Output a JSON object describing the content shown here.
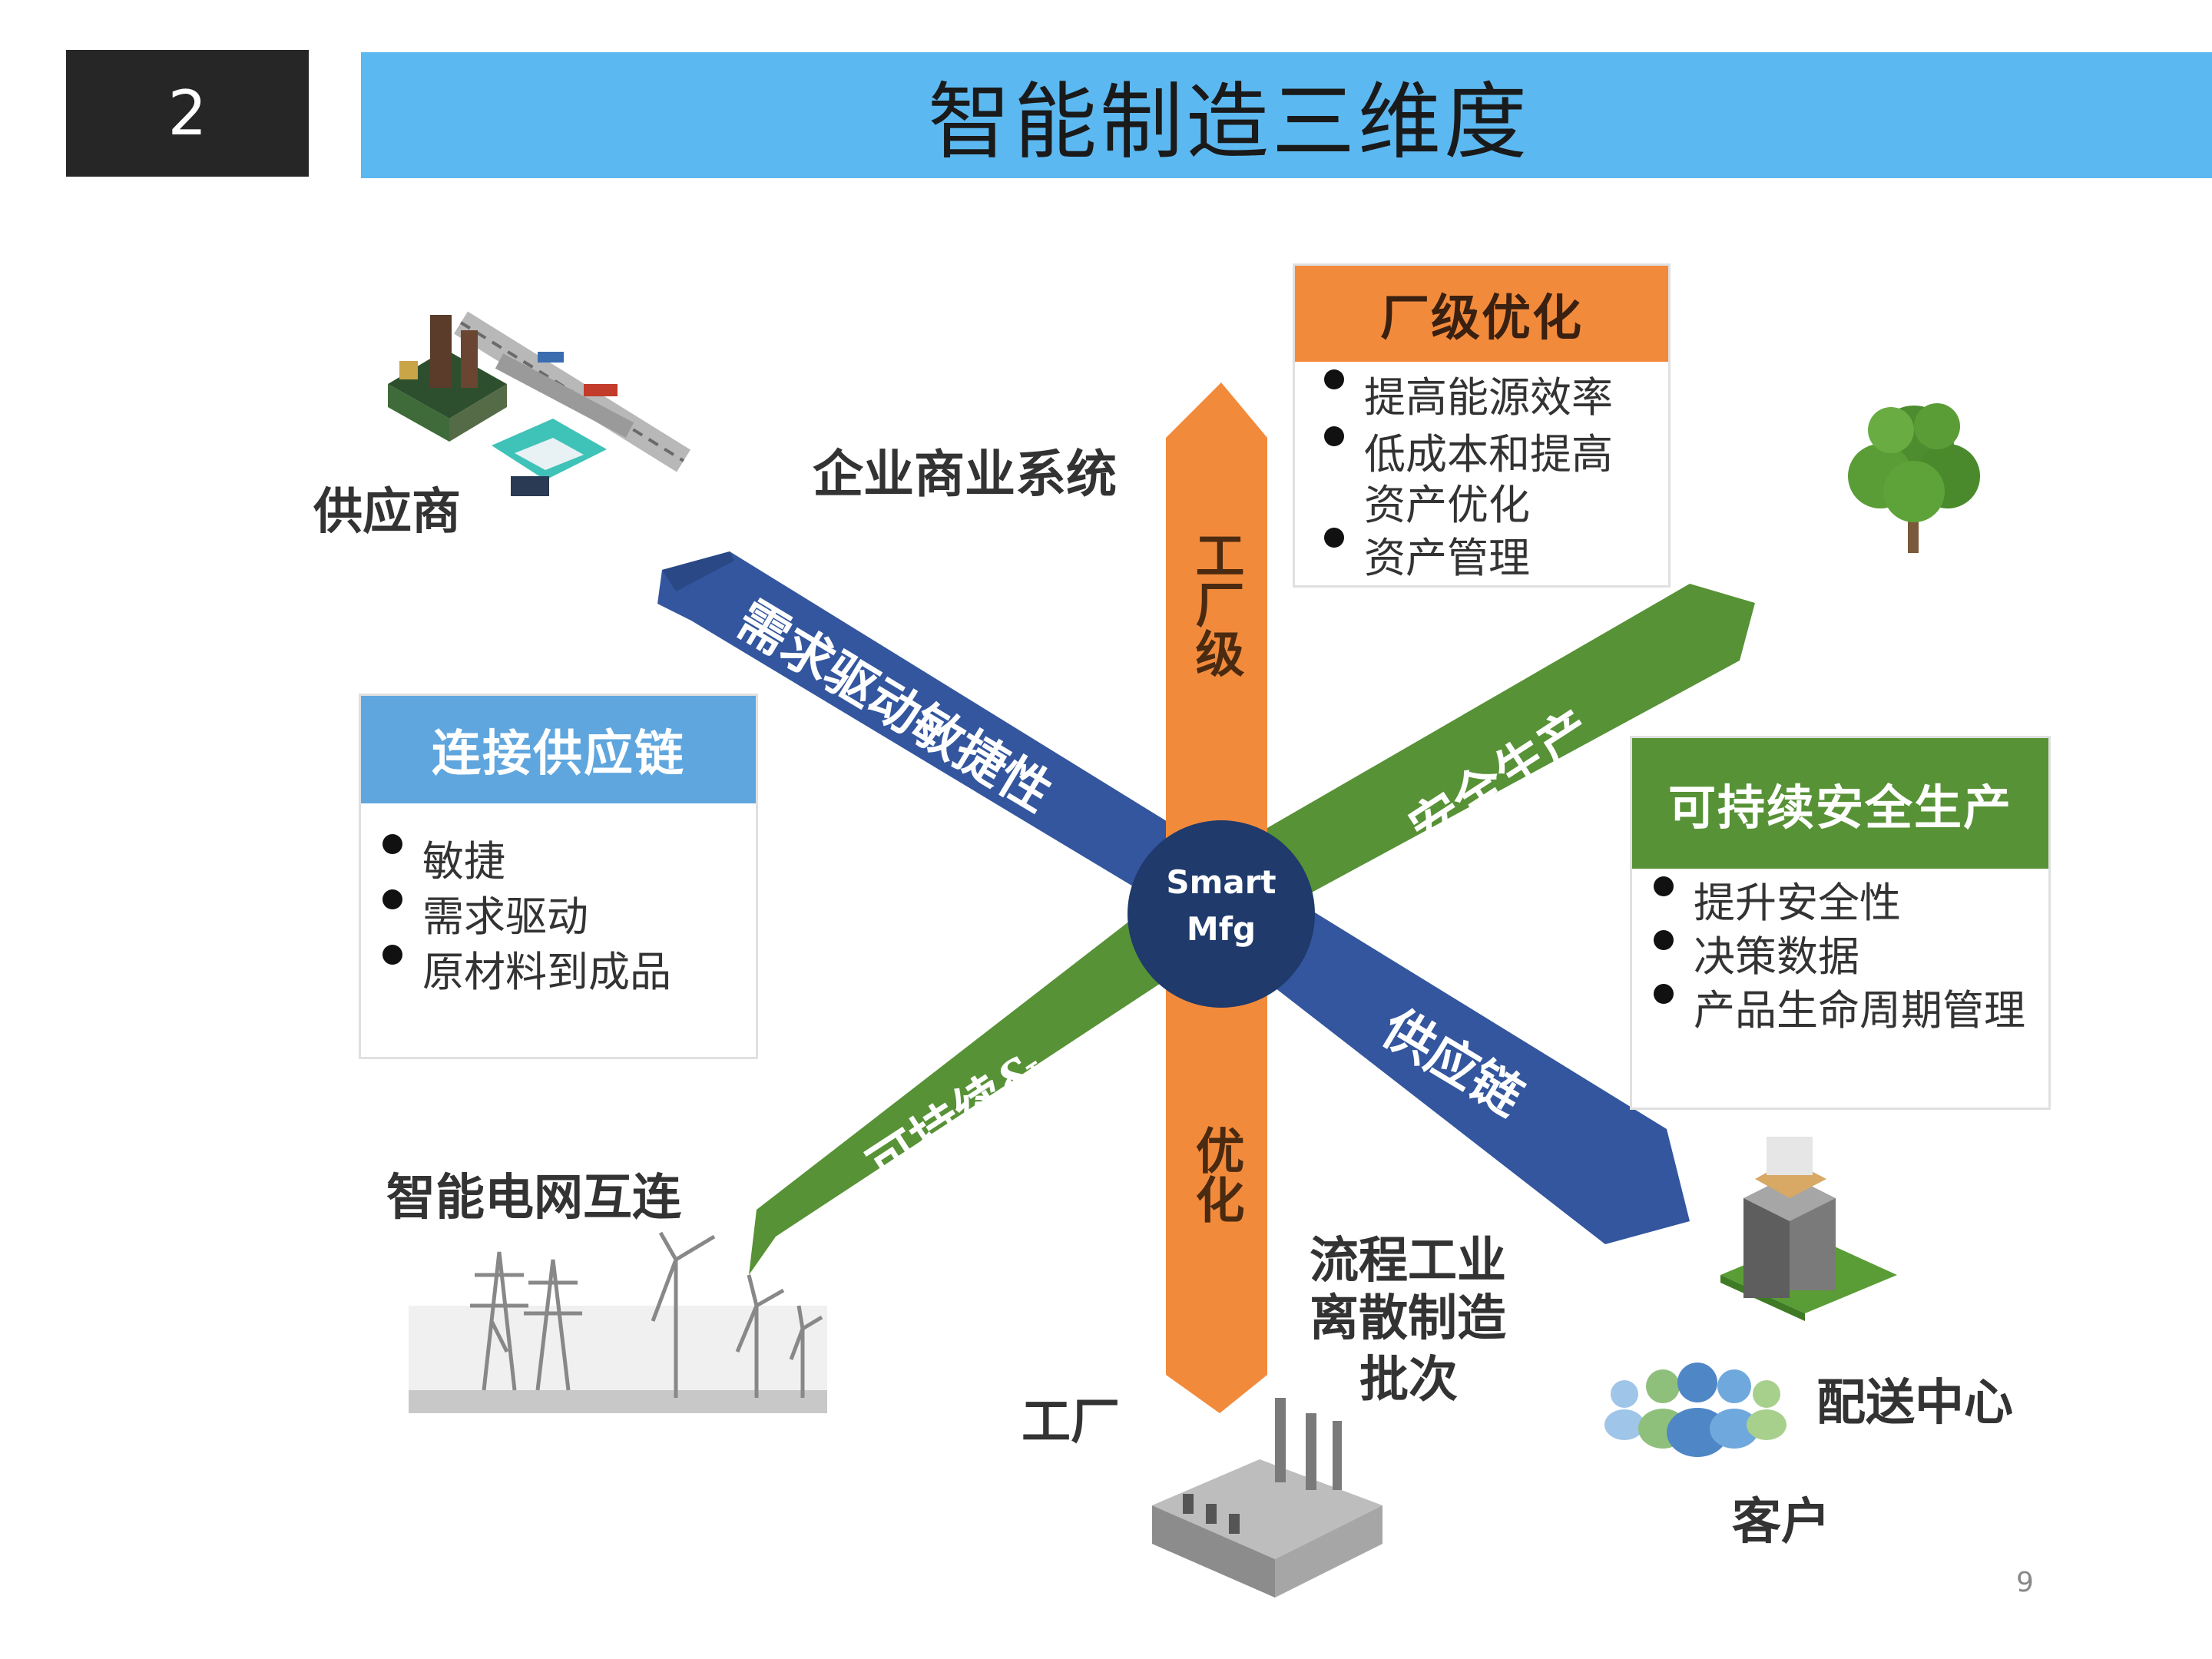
{
  "slide": {
    "number": "2",
    "title": "智能制造三维度",
    "footer_number": "9"
  },
  "center": {
    "line1": "Smart",
    "line2": "Mfg"
  },
  "arrows": {
    "vertical_top": "工厂级",
    "vertical_bottom": "优化",
    "blue_upper": "需求驱动敏捷性",
    "blue_lower": "供应链",
    "green_upper": "安全生产",
    "green_lower": "可持续&"
  },
  "labels": {
    "supplier": "供应商",
    "enterprise_system": "企业商业系统",
    "smart_grid": "智能电网互连",
    "factory": "工厂",
    "process_industry": [
      "流程工业",
      "离散制造",
      "批次"
    ],
    "distribution_center": "配送中心",
    "customer": "客户"
  },
  "boxes": {
    "plant": {
      "title": "厂级优化",
      "items": [
        "提高能源效率",
        "低成本和提高",
        "资产优化",
        "资产管理"
      ]
    },
    "supply": {
      "title": "连接供应链",
      "items": [
        "敏捷",
        "需求驱动",
        "原材料到成品"
      ]
    },
    "sustain": {
      "title": "可持续安全生产",
      "items": [
        "提升安全性",
        "决策数据",
        "产品生命周期管理"
      ]
    }
  },
  "colors": {
    "title_bar": "#5cb8f0",
    "orange": "#f28a3c",
    "blue": "#33569e",
    "green": "#579236",
    "center": "#1f3a6b",
    "supply_head": "#5fa6de"
  }
}
